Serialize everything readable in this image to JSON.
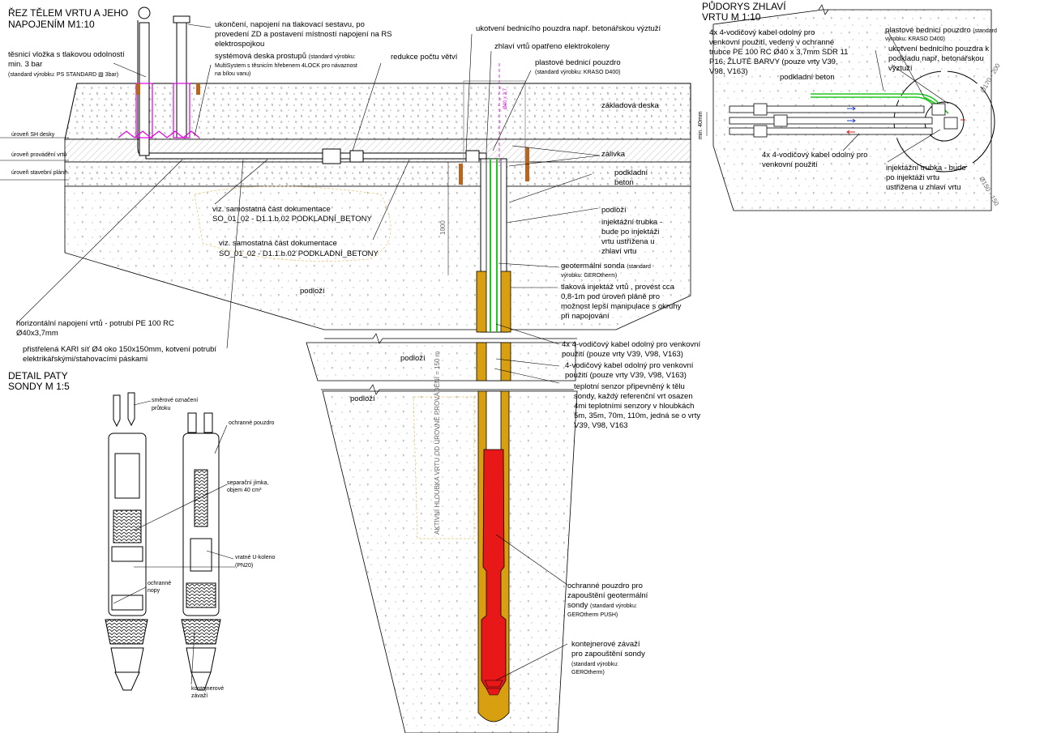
{
  "titles": {
    "section_l1": "ŘEZ TĚLEM VRTU A JEHO",
    "section_l2": "NAPOJENÍM M1:10",
    "plan_l1": "PŮDORYS ZHLAVÍ",
    "plan_l2": "VRTU M 1:10",
    "detail_l1": "DETAIL PATY",
    "detail_l2": "SONDY   M 1:5"
  },
  "levels": {
    "sh": "úroveň SH desky",
    "provadeni": "úroveň provádění vrtů",
    "stavebni": "úroveň stavební pláně"
  },
  "layers": {
    "zakladova": "základová deska",
    "zalivka": "zálivka",
    "podkladni_l1": "podkladní",
    "podkladni_l2": "beton",
    "podlozi": "podloží",
    "podlozi_a": "podloží",
    "podlozi_b": "podloží",
    "podlozi_c": "podloží"
  },
  "labels": {
    "ukonceni": [
      "ukončení, napojení na tlakovací sestavu, po",
      "provedení ZD a postavení místností napojení na RS",
      "elektrospojkou"
    ],
    "tesnici": [
      "těsnicí vložka s tlakovou odolností",
      "min. 3 bar"
    ],
    "tesnici_small": "(standard výrobku: PS STANDARD ▧ 3bar)",
    "multisystem_head": "systémová deska prostupů",
    "multisystem_head_small": "(standard výrobku:",
    "multisystem_small": [
      "MultiSystem s těsnicím hřebenem 4LOCK pro návaznost",
      "na bílou vanu)"
    ],
    "ukotveni_pouzdra": "ukotvení bednicího pouzdra např. betonářskou výztuží",
    "redukce": "redukce počtu větví",
    "zhlavi": "zhlaví vrtů opatřeno elektrokoleny",
    "plastove_pouzdro": "plastové bednicí pouzdro",
    "plastove_pouzdro_small": "(standard výrobku: KRASO D400)",
    "viz_1": [
      "viz. samostatná část dokumentace",
      "SO_01_02 - D1.1.b.02 PODKLADNÍ_BETONY"
    ],
    "viz_2": [
      "viz. samostatná část dokumentace",
      "SO_01_02 - D1.1.b.02 PODKLADNÍ_BETONY"
    ],
    "injektazni": [
      "injektážní trubka -",
      "bude po injektáži",
      "vrtu ustřížena u",
      "zhlaví vrtu"
    ],
    "geotermalni_sonda": "geotermální sonda",
    "geotermalni_small_1": "(standard",
    "geotermalni_small_2": "výrobku: GEROtherm)",
    "tlakova": [
      "tlaková injektáž vrtů , provést cca",
      "0,8-1m pod úroveň pláně pro",
      "možnost lepší manipulace s okruhy",
      "při napojování"
    ],
    "horizontalni": [
      "horizontální napojení vrtů - potrubí PE 100 RC",
      "Ø40x3,7mm"
    ],
    "pristrelena": [
      "přistřelená KARI síť Ø4 oko 150x150mm, kotvení potrubí",
      "elektrikářskými/stahovacími páskami"
    ],
    "kabel_4x": [
      "4x 4-vodičový kabel odolný pro venkovní",
      "použití (pouze vrty V39, V98, V163)"
    ],
    "kabel_1": [
      "4-vodičový kabel odolný pro venkovní",
      "použití (pouze vrty V39, V98, V163)"
    ],
    "teplotni": [
      "teplotní senzor připevněný k tělu",
      "sondy, každý referenční vrt  osazen",
      "4mi teplotními senzory v hloubkách",
      "5m, 35m, 70m, 110m, jedná se o vrty",
      "V39, V98, V163"
    ],
    "ochranne_pouzdro_big": [
      "ochranné pouzdro pro",
      "zapouštění geotermální",
      "sondy"
    ],
    "ochranne_pouzdro_big_small": [
      "(standard výrobku:",
      "GEROtherm PUSH)"
    ],
    "kontejnerove_big": [
      "kontejnerové závaží",
      "pro zapouštění sondy"
    ],
    "kontejnerove_big_small": [
      "(standard výrobku:",
      "GEROtherm)"
    ],
    "dim_1000": "1000",
    "dim_depth": "AKTIVNÍ HLOUBKA VRTU OD ÚROVNĚ PROVÁDĚNÍ = 150 m",
    "dim_slot": "Ø40 x 3,7"
  },
  "plan": {
    "kabel_head": [
      "4x 4-vodičový kabel odolný pro",
      "venkovní použití, vedený v ochranné",
      "trubce PE 100 RC Ø40 x 3,7mm SDR 11",
      "P16, ŽLUTÉ BARVY (pouze vrty V39,",
      "V98, V163)"
    ],
    "plastove": "plastové bednicí pouzdro",
    "plastove_small_a": "(standard",
    "plastove_small_b": "výrobku: KRASO D400)",
    "ukotveni": [
      "ukotvení bednicího pouzdra k",
      "podkladu např. betonářskou",
      "výztuží"
    ],
    "podkladni": "podkladní beton",
    "kabel_low": [
      "4x 4-vodičový kabel odolný pro",
      "venkovní použití"
    ],
    "injektazni": [
      "injektážní trubka - bude",
      "po injektáži vrtu",
      "ustřižena u zhlaví vrtu"
    ],
    "min_40": "min. 40mm",
    "dim_a": "Ø170 - 200",
    "dim_b": "Ø150 - 150"
  },
  "detail": {
    "smerove": [
      "směrové označení",
      "průtoku"
    ],
    "ochranne_pouzdro": "ochranné pouzdro",
    "separacni": [
      "separační jímka,",
      "objem 40 cm³"
    ],
    "vratne": [
      "vratné U-koleno",
      "(PN20)"
    ],
    "ochranne_nopy": [
      "ochranné",
      "nopy"
    ],
    "kontejnerove": [
      "kontejnerové",
      "závaží"
    ]
  },
  "colors": {
    "pipe_green": "#22c522",
    "pipe_magenta": "#e000e0",
    "probe_red": "#e81818",
    "casing_ochre": "#d8a010",
    "timber_brown": "#b8651e",
    "blue_arrow": "#1f3fd6",
    "red_arrow": "#d02020"
  }
}
